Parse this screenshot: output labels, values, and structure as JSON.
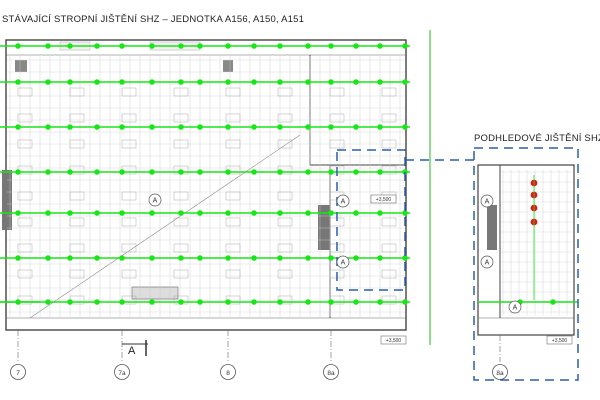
{
  "main_title": "STÁVAJÍCÍ STROPNÍ JIŠTĚNÍ SHZ – JEDNOTKA A156, A150, A151",
  "detail_title": "PODHLEDOVÉ JIŠTĚNÍ SHZ",
  "grid_axes": {
    "main": [
      "7",
      "7a",
      "8",
      "8a"
    ],
    "detail": [
      "8a"
    ],
    "row_marker": "A"
  },
  "level_tags": [
    "+3,500",
    "+3,500",
    "+3,500"
  ],
  "section_mark": "A",
  "colors": {
    "sprinkler_line": "#19e619",
    "sprinkler_head": "#19e619",
    "existing_head": "#e01818",
    "dash_outline": "#2a5fa8",
    "drawing_line": "#555555",
    "frame_line": "#22bb22"
  }
}
